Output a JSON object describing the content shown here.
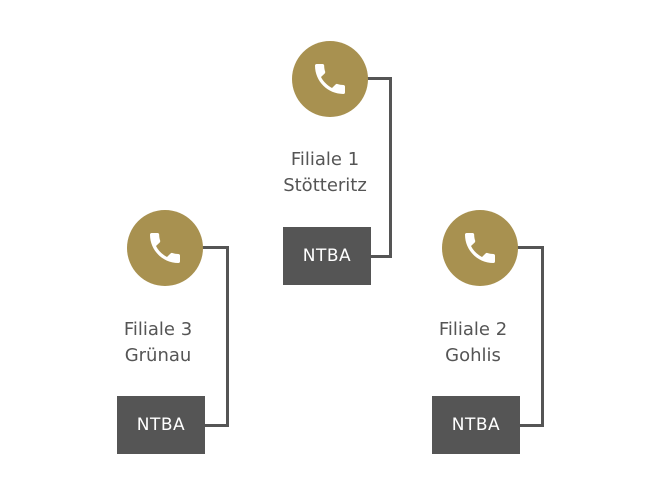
{
  "colors": {
    "phone_circle": "#a89150",
    "box": "#555555",
    "line": "#555555",
    "label_text": "#555555",
    "box_text": "#ffffff"
  },
  "branches": [
    {
      "label_line1": "Filiale 1",
      "label_line2": "Stötteritz",
      "box_label": "NTBA",
      "icon": "phone-icon"
    },
    {
      "label_line1": "Filiale 3",
      "label_line2": "Grünau",
      "box_label": "NTBA",
      "icon": "phone-icon"
    },
    {
      "label_line1": "Filiale 2",
      "label_line2": "Gohlis",
      "box_label": "NTBA",
      "icon": "phone-icon"
    }
  ]
}
